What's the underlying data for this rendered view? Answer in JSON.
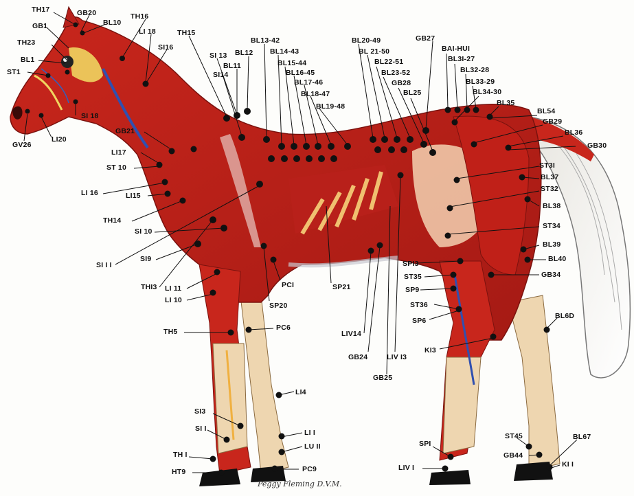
{
  "figure": {
    "signature": "Peggy Fleming D.V.M."
  },
  "labels": [
    {
      "id": "th17",
      "text": "TH17"
    },
    {
      "id": "gb20",
      "text": "GB20"
    },
    {
      "id": "bl10",
      "text": "BL10"
    },
    {
      "id": "th16",
      "text": "TH16"
    },
    {
      "id": "gb1",
      "text": "GB1"
    },
    {
      "id": "li18",
      "text": "LI 18"
    },
    {
      "id": "th23",
      "text": "TH23"
    },
    {
      "id": "si16",
      "text": "SI16"
    },
    {
      "id": "th15",
      "text": "TH15"
    },
    {
      "id": "bl1",
      "text": "BL1"
    },
    {
      "id": "st1",
      "text": "ST1"
    },
    {
      "id": "si13",
      "text": "SI 13"
    },
    {
      "id": "si14",
      "text": "SI14"
    },
    {
      "id": "bl11",
      "text": "BL11"
    },
    {
      "id": "bl12",
      "text": "BL12"
    },
    {
      "id": "bl13_42",
      "text": "BL13-42"
    },
    {
      "id": "bl14_43",
      "text": "BL14-43"
    },
    {
      "id": "bl15_44",
      "text": "BL15-44"
    },
    {
      "id": "bl16_45",
      "text": "BL16-45"
    },
    {
      "id": "bl17_46",
      "text": "BL17-46"
    },
    {
      "id": "bl18_47",
      "text": "BL18-47"
    },
    {
      "id": "bl19_48",
      "text": "BL19-48"
    },
    {
      "id": "bl20_49",
      "text": "BL20-49"
    },
    {
      "id": "bl21_50",
      "text": "BL 21-50"
    },
    {
      "id": "bl22_51",
      "text": "BL22-51"
    },
    {
      "id": "bl23_52",
      "text": "BL23-52"
    },
    {
      "id": "gb27",
      "text": "GB27"
    },
    {
      "id": "gb28",
      "text": "GB28"
    },
    {
      "id": "bl25",
      "text": "BL25"
    },
    {
      "id": "baihui",
      "text": "BAI-HUI"
    },
    {
      "id": "bl31_27",
      "text": "BL3I-27"
    },
    {
      "id": "bl32_28",
      "text": "BL32-28"
    },
    {
      "id": "bl33_29",
      "text": "BL33-29"
    },
    {
      "id": "bl34_30",
      "text": "BL34-30"
    },
    {
      "id": "bl35",
      "text": "BL35"
    },
    {
      "id": "bl54",
      "text": "BL54"
    },
    {
      "id": "gb29",
      "text": "GB29"
    },
    {
      "id": "bl36",
      "text": "BL36"
    },
    {
      "id": "gb30",
      "text": "GB30"
    },
    {
      "id": "st31",
      "text": "ST3I"
    },
    {
      "id": "bl37",
      "text": "BL37"
    },
    {
      "id": "st32",
      "text": "ST32"
    },
    {
      "id": "bl38",
      "text": "BL38"
    },
    {
      "id": "st34",
      "text": "ST34"
    },
    {
      "id": "bl39",
      "text": "BL39"
    },
    {
      "id": "bl40",
      "text": "BL40"
    },
    {
      "id": "gb34",
      "text": "GB34"
    },
    {
      "id": "bl60",
      "text": "BL6D"
    },
    {
      "id": "si18",
      "text": "SI 18"
    },
    {
      "id": "gv26",
      "text": "GV26"
    },
    {
      "id": "li20",
      "text": "LI20"
    },
    {
      "id": "gb21",
      "text": "GB21"
    },
    {
      "id": "li17",
      "text": "LI17"
    },
    {
      "id": "st10",
      "text": "ST 10"
    },
    {
      "id": "li16",
      "text": "LI 16"
    },
    {
      "id": "li15",
      "text": "LI15"
    },
    {
      "id": "th14",
      "text": "TH14"
    },
    {
      "id": "si10",
      "text": "SI 10"
    },
    {
      "id": "si9",
      "text": "SI9"
    },
    {
      "id": "si11",
      "text": "SI I I"
    },
    {
      "id": "th13",
      "text": "THI3"
    },
    {
      "id": "li11",
      "text": "LI 11"
    },
    {
      "id": "li10",
      "text": "LI 10"
    },
    {
      "id": "pc1",
      "text": "PCI"
    },
    {
      "id": "sp20",
      "text": "SP20"
    },
    {
      "id": "sp21",
      "text": "SP21"
    },
    {
      "id": "th5",
      "text": "TH5"
    },
    {
      "id": "pc6",
      "text": "PC6"
    },
    {
      "id": "liv14",
      "text": "LIV14"
    },
    {
      "id": "gb24",
      "text": "GB24"
    },
    {
      "id": "liv13",
      "text": "LIV I3"
    },
    {
      "id": "gb25",
      "text": "GB25"
    },
    {
      "id": "sp13",
      "text": "SPI3"
    },
    {
      "id": "st35",
      "text": "ST35"
    },
    {
      "id": "sp9",
      "text": "SP9"
    },
    {
      "id": "st36",
      "text": "ST36"
    },
    {
      "id": "sp6",
      "text": "SP6"
    },
    {
      "id": "ki3",
      "text": "KI3"
    },
    {
      "id": "li4",
      "text": "LI4"
    },
    {
      "id": "si3",
      "text": "SI3"
    },
    {
      "id": "si1",
      "text": "SI I"
    },
    {
      "id": "th1",
      "text": "TH I"
    },
    {
      "id": "ht9",
      "text": "HT9"
    },
    {
      "id": "li1",
      "text": "LI I"
    },
    {
      "id": "lu11",
      "text": "LU II"
    },
    {
      "id": "pc9",
      "text": "PC9"
    },
    {
      "id": "sp1",
      "text": "SPI"
    },
    {
      "id": "liv1",
      "text": "LIV I"
    },
    {
      "id": "st45",
      "text": "ST45"
    },
    {
      "id": "gb44",
      "text": "GB44"
    },
    {
      "id": "bl67",
      "text": "BL67"
    },
    {
      "id": "ki1",
      "text": "KI I"
    }
  ]
}
